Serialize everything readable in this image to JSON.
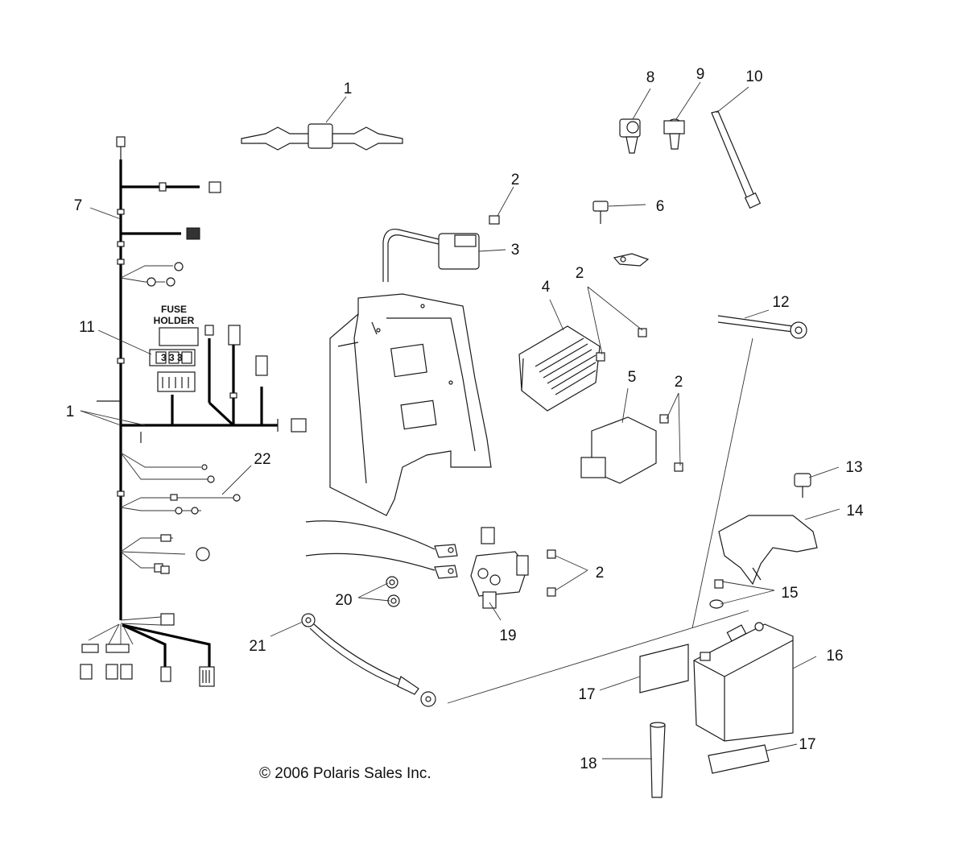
{
  "callouts": {
    "c1_top": "1",
    "c1_left": "1",
    "c2_a": "2",
    "c2_b": "2",
    "c2_c": "2",
    "c2_d": "2",
    "c3": "3",
    "c4": "4",
    "c5": "5",
    "c6": "6",
    "c7": "7",
    "c8": "8",
    "c9": "9",
    "c10": "10",
    "c11": "11",
    "c12": "12",
    "c13": "13",
    "c14": "14",
    "c15": "15",
    "c16": "16",
    "c17_a": "17",
    "c17_b": "17",
    "c18": "18",
    "c19": "19",
    "c20": "20",
    "c21": "21",
    "c22": "22"
  },
  "fuse_label_line1": "FUSE",
  "fuse_label_line2": "HOLDER",
  "copyright": "© 2006 Polaris Sales Inc."
}
